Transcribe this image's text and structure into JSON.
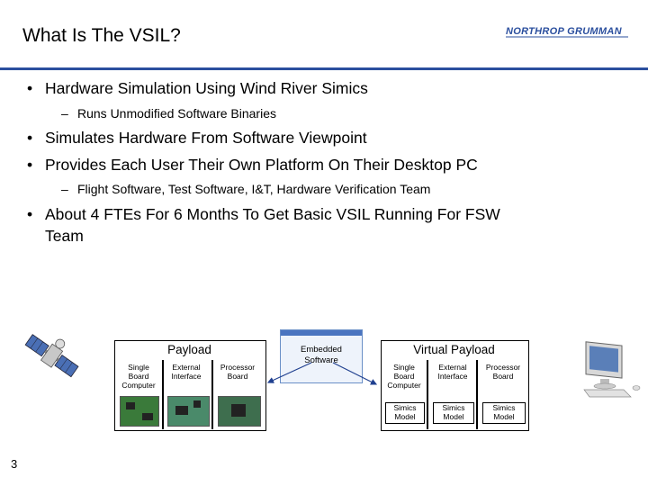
{
  "slide": {
    "title": "What Is The VSIL?",
    "logo_text": "NORTHROP GRUMMAN",
    "page_number": "3",
    "accent_color": "#2b4f9e"
  },
  "bullets": [
    {
      "text": "Hardware Simulation Using Wind River Simics",
      "sub": [
        "Runs Unmodified Software Binaries"
      ]
    },
    {
      "text": "Simulates Hardware From Software Viewpoint",
      "sub": []
    },
    {
      "text": "Provides Each User Their Own Platform On Their Desktop PC",
      "sub": [
        "Flight Software, Test Software, I&T, Hardware Verification Team"
      ]
    },
    {
      "text": "About 4 FTEs For 6 Months To Get Basic VSIL Running For FSW",
      "cont": "Team"
    }
  ],
  "diagram": {
    "payload": {
      "title": "Payload",
      "columns": [
        "Single Board Computer",
        "External Interface",
        "Processor Board"
      ]
    },
    "embedded": {
      "line1": "Embedded",
      "line2": "Software"
    },
    "virtual_payload": {
      "title": "Virtual Payload",
      "columns": [
        "Single Board Computer",
        "External Interface",
        "Processor Board"
      ],
      "models": [
        "Simics Model",
        "Simics Model",
        "Simics Model"
      ]
    },
    "icons": [
      "satellite-icon",
      "desktop-pc-icon"
    ]
  }
}
